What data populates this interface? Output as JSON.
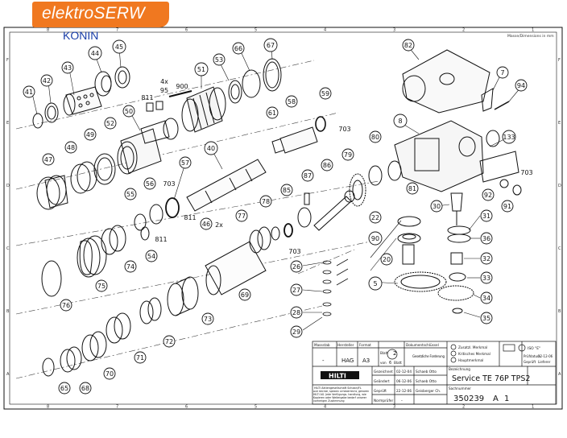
{
  "brand": {
    "name": "elektroSERW",
    "city": "KONIN"
  },
  "sheet_note": "Masse/Dimensions in mm",
  "grid": {
    "columns": [
      "8",
      "7",
      "6",
      "5",
      "4",
      "3",
      "2",
      "1"
    ],
    "rows": [
      "F",
      "E",
      "D",
      "C",
      "B",
      "A"
    ]
  },
  "callouts": {
    "c41": "41",
    "c42": "42",
    "c43": "43",
    "c44": "44",
    "c45": "45",
    "c50": "50",
    "c51": "51",
    "c52": "52",
    "c49": "49",
    "c48": "48",
    "c47": "47",
    "c53": "53",
    "c66": "66",
    "c67": "67",
    "c95": "95",
    "c900": "900",
    "c811a": "811",
    "c4x": "4x",
    "c40": "40",
    "c57": "57",
    "c703a": "703",
    "c56": "56",
    "c55": "55",
    "c54": "54",
    "c811b": "811",
    "c811c": "811",
    "c46": "46",
    "c2x": "2x",
    "c61": "61",
    "c58": "58",
    "c59": "59",
    "c703b": "703",
    "c82": "82",
    "c7": "7",
    "c94": "94",
    "c8": "8",
    "c80": "80",
    "c79": "79",
    "c86": "86",
    "c87": "87",
    "c85": "85",
    "c81": "81",
    "c133": "133",
    "c703c": "703",
    "c92": "92",
    "c91": "91",
    "c30": "30",
    "c31": "31",
    "c36": "36",
    "c32": "32",
    "c33": "33",
    "c34": "34",
    "c35": "35",
    "c22": "22",
    "c90": "90",
    "c20": "20",
    "c5": "5",
    "c77": "77",
    "c78": "78",
    "c703d": "703",
    "c74": "74",
    "c75": "75",
    "c76": "76",
    "c69": "69",
    "c26": "26",
    "c27": "27",
    "c28": "28",
    "c29": "29",
    "c73": "73",
    "c72": "72",
    "c71": "71",
    "c70": "70",
    "c68": "68",
    "c65": "65"
  },
  "title_block": {
    "massstab": "Massstab",
    "massstab_val": "-",
    "hersteller": "Hersteller",
    "hersteller_val": "HAG",
    "format": "Format",
    "format_val": "A3",
    "blatt": "Blatt",
    "blatt_val": "2",
    "von": "von",
    "von_val": "6",
    "blatt2": "Blatt",
    "dokument": "Dokumentschlüssel",
    "norm": "Gesetzliche Forderung",
    "legend": [
      "Zusatzl. Merkmal",
      "Kritisches Merkmal",
      "Hauptmerkmal"
    ],
    "iso": "ISO \"E\"",
    "pruefdatum": "Prüfdatum",
    "pruefdatum_val": "22-12-06",
    "gepruef_l": "Geprüft",
    "lieferer": "Lieferer",
    "firm": "HILTI Aktiengesellschaft Schaan/FL",
    "rights": "Alle Rechte, speziell Urheberrecht, gehören HILTI AG. Jede Verfügungs- handlung, wie Kopieren oder Weitergabe bedarf unserer vorherigen Zustimmung",
    "gezeichnet": "Gezeichnet",
    "gez_date": "02-12-04",
    "gez_name": "Schaeb Otto",
    "geaendert": "Geändert",
    "gea_date": "06-12-06",
    "gea_name": "Schaeb Otto",
    "geprueft": "Geprüft",
    "gep_date": "22-12-06",
    "gep_name": "Geisberger Ch.",
    "normpruefer": "Normprüfer",
    "norm_val": "-",
    "bezeichnung": "Bezeichnung",
    "bezeichnung_val": "Service TE 76P TPS2",
    "sachnummer": "Sachnummer",
    "sachnummer_val": "350239",
    "rev": "A",
    "sheet": "1",
    "logo": "HILTI"
  }
}
